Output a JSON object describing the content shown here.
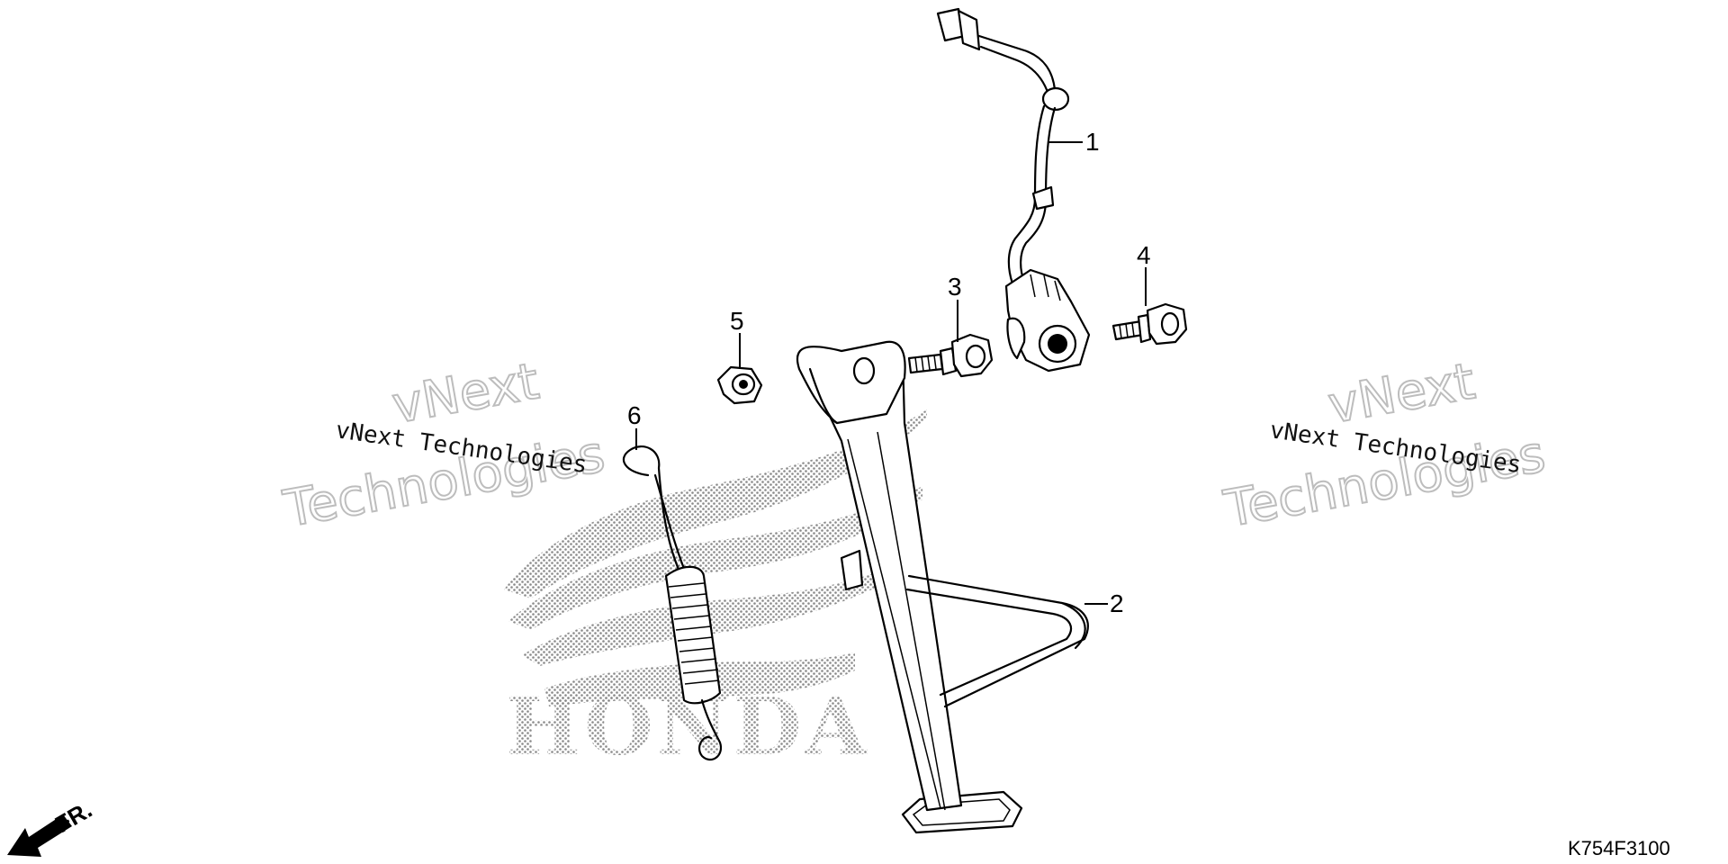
{
  "callouts": [
    {
      "id": 1,
      "label": "1"
    },
    {
      "id": 2,
      "label": "2"
    },
    {
      "id": 3,
      "label": "3"
    },
    {
      "id": 4,
      "label": "4"
    },
    {
      "id": 5,
      "label": "5"
    },
    {
      "id": 6,
      "label": "6"
    }
  ],
  "watermark": {
    "small_text": "vNext Technologies",
    "big_line1": "vNext",
    "big_line2": "Technologies"
  },
  "background_logo": {
    "text": "HONDA"
  },
  "direction_label": "FR.",
  "diagram_code": "K754F3100",
  "icons": [
    "front-direction-arrow-icon",
    "honda-wing-logo"
  ],
  "colors": {
    "ink": "#000000",
    "watermark_outline": "#bdbdbd",
    "dots": "#8a8a8a"
  }
}
